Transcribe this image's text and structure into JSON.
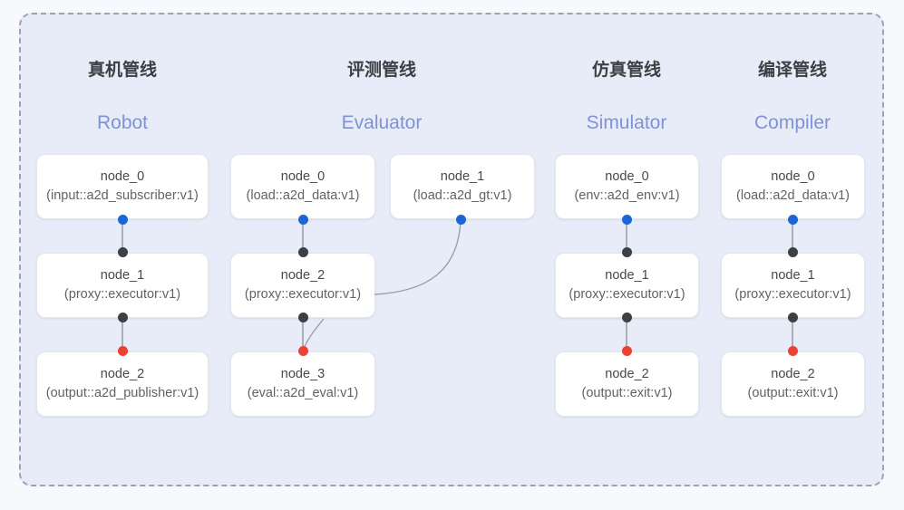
{
  "frame": {
    "border_style": "dashed",
    "border_color": "#9aa3b0",
    "background": "#e7ecf8"
  },
  "palette": {
    "page_background": "#f7f9fc",
    "panel_background": "#e7ecf8",
    "node_background": "#ffffff",
    "node_border": "#e3e6ec",
    "title_cn_color": "#3c4043",
    "title_en_color": "#7f92d8",
    "port_output": "#1a66d6",
    "port_input": "#3c4043",
    "port_terminal": "#ea4335",
    "edge_color": "#9aa0a6"
  },
  "columns": [
    {
      "title_cn": "真机管线",
      "title_en": "Robot",
      "nodes": [
        {
          "id": "node_0",
          "type": "(input::a2d_subscriber:v1)"
        },
        {
          "id": "node_1",
          "type": "(proxy::executor:v1)"
        },
        {
          "id": "node_2",
          "type": "(output::a2d_publisher:v1)"
        }
      ]
    },
    {
      "title_cn": "评测管线",
      "title_en": "Evaluator",
      "nodes": [
        {
          "id": "node_0",
          "type": "(load::a2d_data:v1)"
        },
        {
          "id": "node_1",
          "type": "(load::a2d_gt:v1)"
        },
        {
          "id": "node_2",
          "type": "(proxy::executor:v1)"
        },
        {
          "id": "node_3",
          "type": "(eval::a2d_eval:v1)"
        }
      ]
    },
    {
      "title_cn": "仿真管线",
      "title_en": "Simulator",
      "nodes": [
        {
          "id": "node_0",
          "type": "(env::a2d_env:v1)"
        },
        {
          "id": "node_1",
          "type": "(proxy::executor:v1)"
        },
        {
          "id": "node_2",
          "type": "(output::exit:v1)"
        }
      ]
    },
    {
      "title_cn": "编译管线",
      "title_en": "Compiler",
      "nodes": [
        {
          "id": "node_0",
          "type": "(load::a2d_data:v1)"
        },
        {
          "id": "node_1",
          "type": "(proxy::executor:v1)"
        },
        {
          "id": "node_2",
          "type": "(output::exit:v1)"
        }
      ]
    }
  ]
}
